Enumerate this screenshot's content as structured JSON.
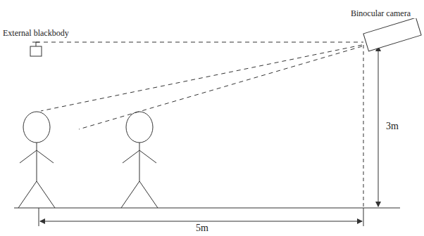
{
  "diagram": {
    "nodes": [
      {
        "text": [
          "External blackbody"
        ]
      },
      {
        "text": [
          "Binocular camera"
        ]
      }
    ],
    "edges": [
      {
        "from": 0,
        "to": 1,
        "arrow": "none"
      }
    ],
    "labels": [
      "3m",
      "5m"
    ]
  }
}
